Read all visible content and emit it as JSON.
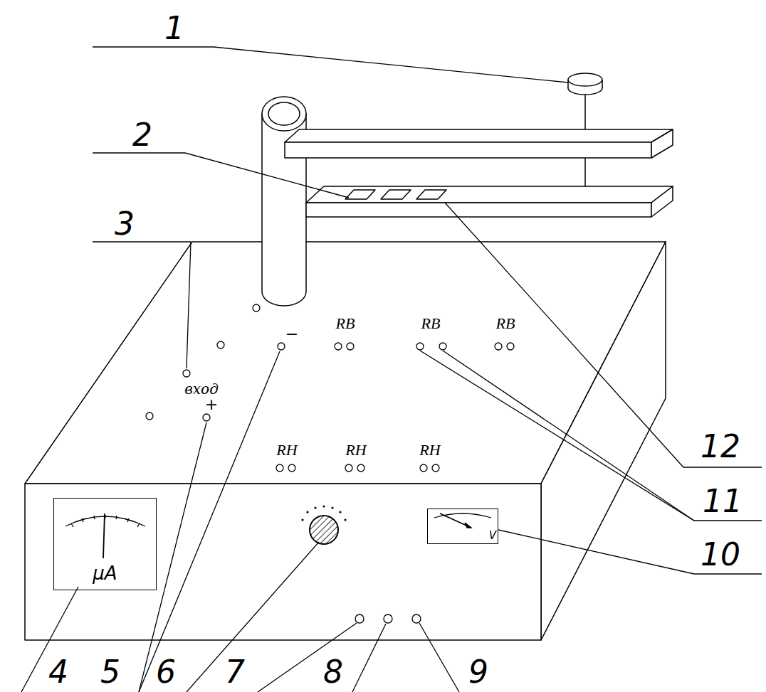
{
  "diagram": {
    "nodes": [
      {
        "text": [
          "μA"
        ]
      },
      {
        "text": [
          "V"
        ]
      }
    ],
    "edges": [],
    "labels": [
      "1",
      "2",
      "3",
      "вход",
      "−",
      "+",
      "RВ",
      "RВ",
      "RВ",
      "RН",
      "RН",
      "RН",
      "4",
      "5",
      "6",
      "7",
      "8",
      "9",
      "10",
      "11",
      "12"
    ]
  }
}
